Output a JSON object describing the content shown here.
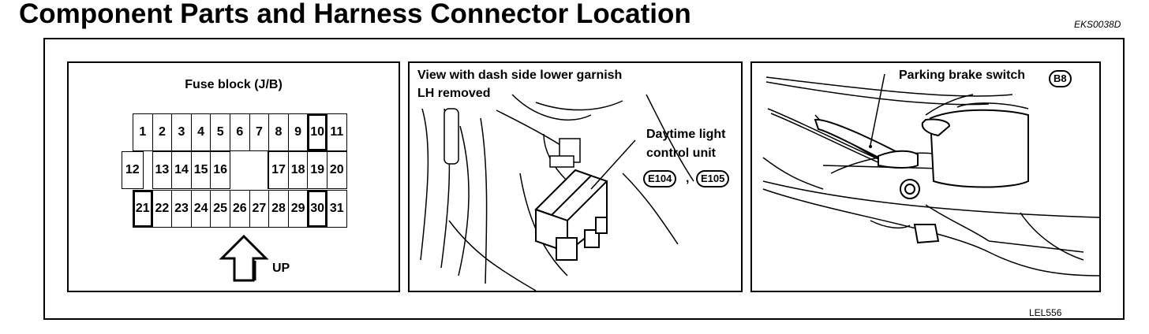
{
  "header": {
    "title": "Component Parts and Harness Connector Location",
    "code": "EKS0038D"
  },
  "fuse_panel": {
    "title": "Fuse block (J/B)",
    "up_label": "UP",
    "cells": [
      {
        "label": "1",
        "bold": false
      },
      {
        "label": "2",
        "bold": false
      },
      {
        "label": "3",
        "bold": false
      },
      {
        "label": "4",
        "bold": false
      },
      {
        "label": "5",
        "bold": false
      },
      {
        "label": "6",
        "bold": false
      },
      {
        "label": "7",
        "bold": false
      },
      {
        "label": "8",
        "bold": false
      },
      {
        "label": "9",
        "bold": false
      },
      {
        "label": "10",
        "bold": true
      },
      {
        "label": "11",
        "bold": false
      },
      {
        "label": "12",
        "bold": false
      },
      {
        "label": "13",
        "bold": false
      },
      {
        "label": "14",
        "bold": false
      },
      {
        "label": "15",
        "bold": false
      },
      {
        "label": "16",
        "bold": false
      },
      {
        "label": "17",
        "bold": false
      },
      {
        "label": "18",
        "bold": false
      },
      {
        "label": "19",
        "bold": false
      },
      {
        "label": "20",
        "bold": false
      },
      {
        "label": "21",
        "bold": true
      },
      {
        "label": "22",
        "bold": false
      },
      {
        "label": "23",
        "bold": false
      },
      {
        "label": "24",
        "bold": false
      },
      {
        "label": "25",
        "bold": false
      },
      {
        "label": "26",
        "bold": false
      },
      {
        "label": "27",
        "bold": false
      },
      {
        "label": "28",
        "bold": false
      },
      {
        "label": "29",
        "bold": false
      },
      {
        "label": "30",
        "bold": true
      },
      {
        "label": "31",
        "bold": false
      }
    ]
  },
  "daytime_panel": {
    "view_line1": "View with dash side lower garnish",
    "view_line2": "LH removed",
    "unit_line1": "Daytime light",
    "unit_line2": "control unit",
    "connector_a": "E104",
    "separator": ",",
    "connector_b": "E105"
  },
  "brake_panel": {
    "label": "Parking brake switch",
    "connector": "B8"
  },
  "footer": {
    "ref": "LEL556"
  }
}
